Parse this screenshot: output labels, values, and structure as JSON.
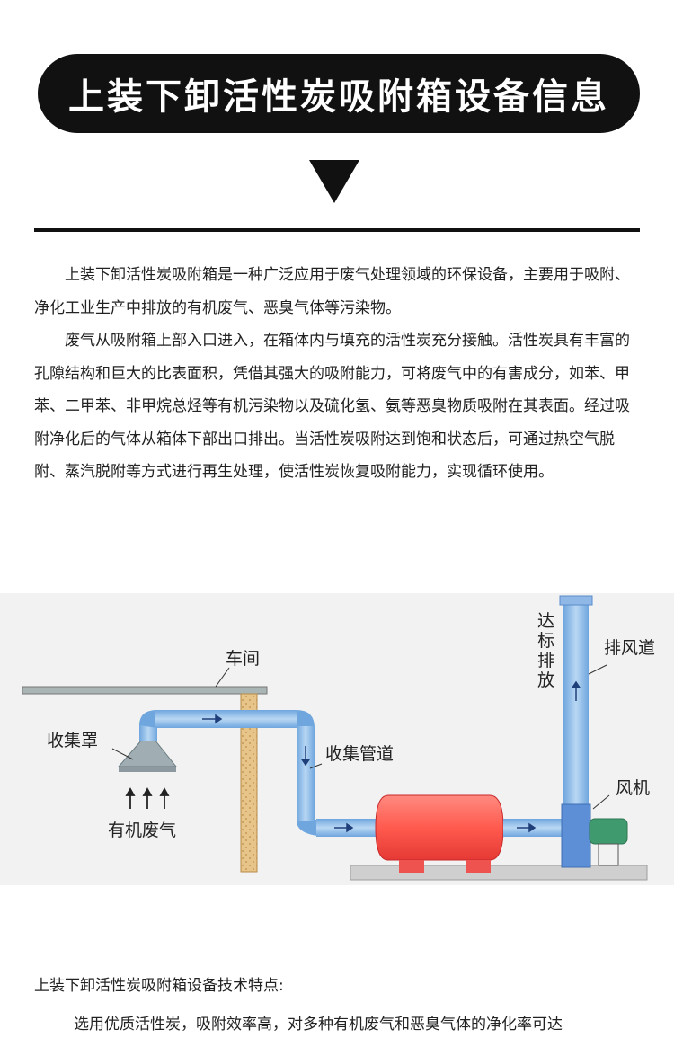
{
  "banner": {
    "title": "上装下卸活性炭吸附箱设备信息"
  },
  "intro": {
    "paragraphs": [
      "上装下卸活性炭吸附箱是一种广泛应用于废气处理领域的环保设备，主要用于吸附、净化工业生产中排放的有机废气、恶臭气体等污染物。",
      "废气从吸附箱上部入口进入，在箱体内与填充的活性炭充分接触。活性炭具有丰富的孔隙结构和巨大的比表面积，凭借其强大的吸附能力，可将废气中的有害成分，如苯、甲苯、二甲苯、非甲烷总烃等有机污染物以及硫化氢、氨等恶臭物质吸附在其表面。经过吸附净化后的气体从箱体下部出口排出。当活性炭吸附达到饱和状态后，可通过热空气脱附、蒸汽脱附等方式进行再生处理，使活性炭恢复吸附能力，实现循环使用。"
    ]
  },
  "diagram": {
    "labels": {
      "workshop": "车间",
      "hood": "收集罩",
      "organic_gas": "有机废气",
      "pipe": "收集管道",
      "exhaust_duct": "排风道",
      "standard_emission": "达标排放",
      "fan": "风机"
    }
  },
  "features": {
    "title": "上装下卸活性炭吸附箱设备技术特点:",
    "line1": "选用优质活性炭，吸附效率高，对多种有机废气和恶臭气体的净化率可达"
  }
}
